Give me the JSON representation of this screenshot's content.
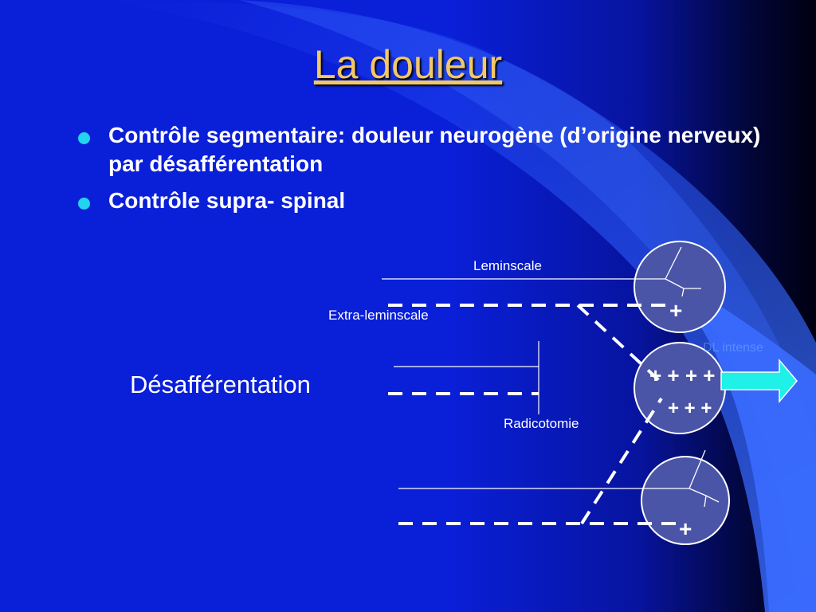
{
  "slide": {
    "title": "La douleur",
    "bullets": [
      "Contrôle segmentaire: douleur neurogène (d’origine nerveux) par désafférentation",
      "Contrôle supra- spinal"
    ]
  },
  "diagram": {
    "labels": {
      "leminscale": "Leminscale",
      "extra_leminscale": "Extra-leminscale",
      "desafferentation": "Désafférentation",
      "radicotomie": "Radicotomie",
      "faint_arrow_text": "DL intense"
    },
    "plus_signs": {
      "top": "+",
      "middle_row1": "+ + + +",
      "middle_row2": "+ + +",
      "bottom": "+"
    },
    "colors": {
      "background": "#0a1fd8",
      "title": "#f2c76a",
      "bullet": "#22d4f0",
      "circle_fill": "#4a55a8",
      "output_arrow": "#1ff0e8",
      "curve_light": "#3a6bff"
    }
  }
}
